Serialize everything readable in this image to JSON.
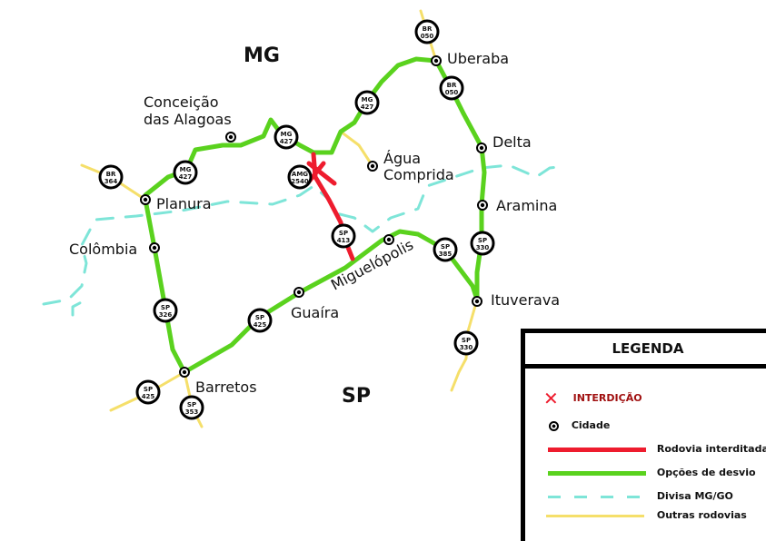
{
  "regions": {
    "mg": "MG",
    "sp": "SP"
  },
  "cities": {
    "uberaba": "Uberaba",
    "delta": "Delta",
    "aramina": "Aramina",
    "ituverava": "Ituverava",
    "agua_comprida_1": "Água",
    "agua_comprida_2": "Comprida",
    "conceicao_1": "Conceição",
    "conceicao_2": "das Alagoas",
    "planura": "Planura",
    "colombia": "Colômbia",
    "barretos": "Barretos",
    "guaira": "Guaíra",
    "miguelopolis": "Miguelópolis"
  },
  "shields": [
    {
      "t": "BR",
      "n": "050"
    },
    {
      "t": "BR",
      "n": "050"
    },
    {
      "t": "MG",
      "n": "427"
    },
    {
      "t": "MG",
      "n": "427"
    },
    {
      "t": "MG",
      "n": "427"
    },
    {
      "t": "BR",
      "n": "364"
    },
    {
      "t": "AMG",
      "n": "2540"
    },
    {
      "t": "SP",
      "n": "413"
    },
    {
      "t": "SP",
      "n": "385"
    },
    {
      "t": "SP",
      "n": "330"
    },
    {
      "t": "SP",
      "n": "330"
    },
    {
      "t": "SP",
      "n": "326"
    },
    {
      "t": "SP",
      "n": "425"
    },
    {
      "t": "SP",
      "n": "425"
    },
    {
      "t": "SP",
      "n": "353"
    }
  ],
  "legend": {
    "title": "LEGENDA",
    "interdicao": "INTERDIÇÃO",
    "cidade": "Cidade",
    "rodovia_interditada": "Rodovia interditada",
    "opcoes_desvio": "Opções de desvio",
    "divisa": "Divisa MG/GO",
    "outras": "Outras rodovias"
  },
  "colors": {
    "red": "#ee1c2e",
    "green": "#5ad21e",
    "cyan": "#7ee5d8",
    "yellow": "#f5df6a",
    "dark_red": "#a01010"
  }
}
